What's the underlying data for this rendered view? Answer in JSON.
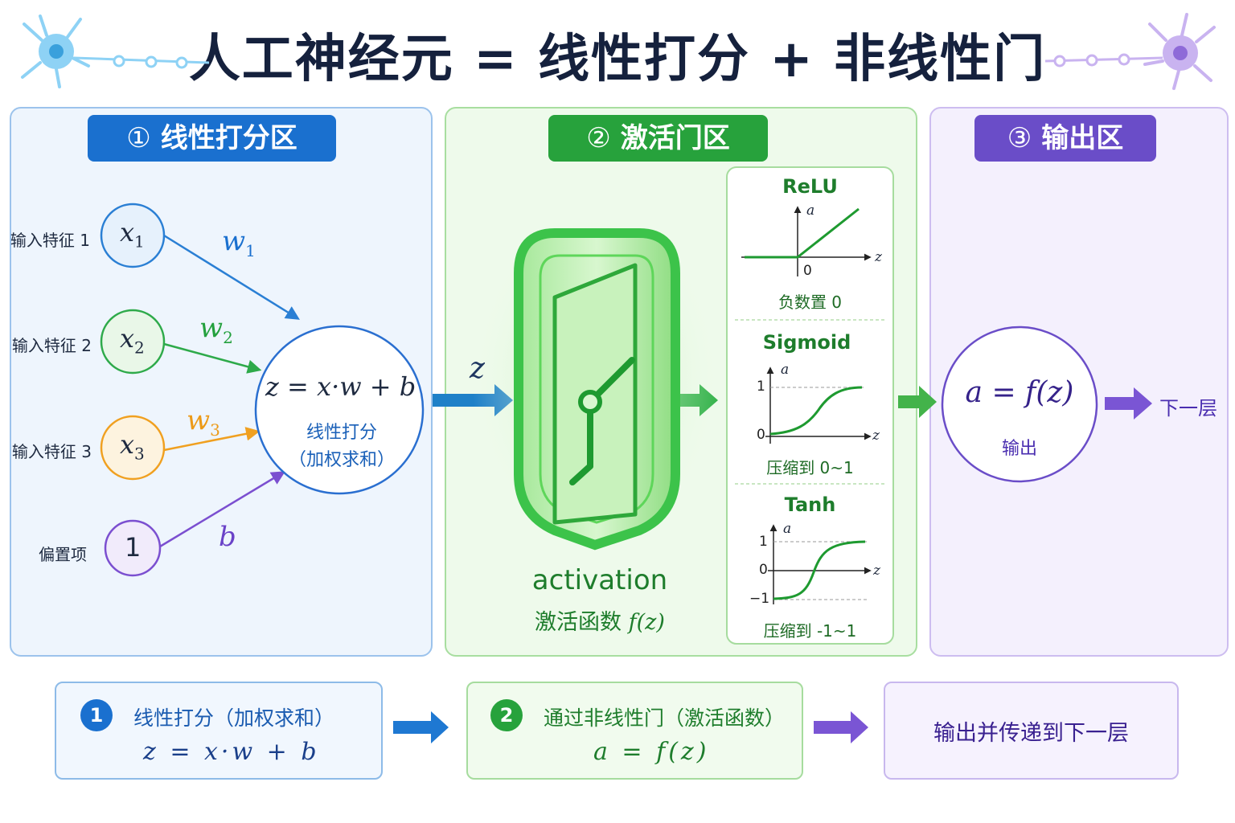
{
  "title": "人工神经元 = 线性打分 + 非线性门",
  "sections": {
    "linear": {
      "number": "①",
      "title": "线性打分区"
    },
    "activation": {
      "number": "②",
      "title": "激活门区"
    },
    "output": {
      "number": "③",
      "title": "输出区"
    }
  },
  "inputs": [
    {
      "label": "输入特征 1",
      "symbol": "x",
      "sub": "1",
      "weight": "w",
      "weight_sub": "1",
      "color": "#2a7fd4"
    },
    {
      "label": "输入特征 2",
      "symbol": "x",
      "sub": "2",
      "weight": "w",
      "weight_sub": "2",
      "color": "#2eaa4a"
    },
    {
      "label": "输入特征 3",
      "symbol": "x",
      "sub": "3",
      "weight": "w",
      "weight_sub": "3",
      "color": "#f0a020"
    },
    {
      "label": "偏置项",
      "symbol": "1",
      "sub": "",
      "weight": "b",
      "weight_sub": "",
      "color": "#7b4fd0"
    }
  ],
  "sum_node": {
    "formula": "z = x·w + b",
    "line1": "线性打分",
    "line2": "（加权求和）"
  },
  "z_label": "z",
  "gate": {
    "label": "activation",
    "sublabel": "激活函数",
    "func": "f(z)"
  },
  "functions": [
    {
      "name": "ReLU",
      "caption": "负数置 0",
      "y_axis": "a",
      "x_axis": "z",
      "ticks": [
        "0"
      ]
    },
    {
      "name": "Sigmoid",
      "caption": "压缩到 0~1",
      "y_axis": "a",
      "x_axis": "z",
      "ticks": [
        "1",
        "0"
      ]
    },
    {
      "name": "Tanh",
      "caption": "压缩到 -1~1",
      "y_axis": "a",
      "x_axis": "z",
      "ticks": [
        "1",
        "0",
        "−1"
      ]
    }
  ],
  "output_node": {
    "formula": "a = f(z)",
    "label": "输出"
  },
  "next_layer": "下一层",
  "steps": [
    {
      "number": "1",
      "text": "线性打分（加权求和）",
      "formula": "z = x·w + b"
    },
    {
      "number": "2",
      "text": "通过非线性门（激活函数）",
      "formula": "a = f(z)"
    },
    {
      "number": "",
      "text": "输出并传递到下一层",
      "formula": ""
    }
  ],
  "colors": {
    "blue": "#1a70cf",
    "green": "#27a23c",
    "purple": "#6a4dc8",
    "orange": "#f0a020"
  }
}
